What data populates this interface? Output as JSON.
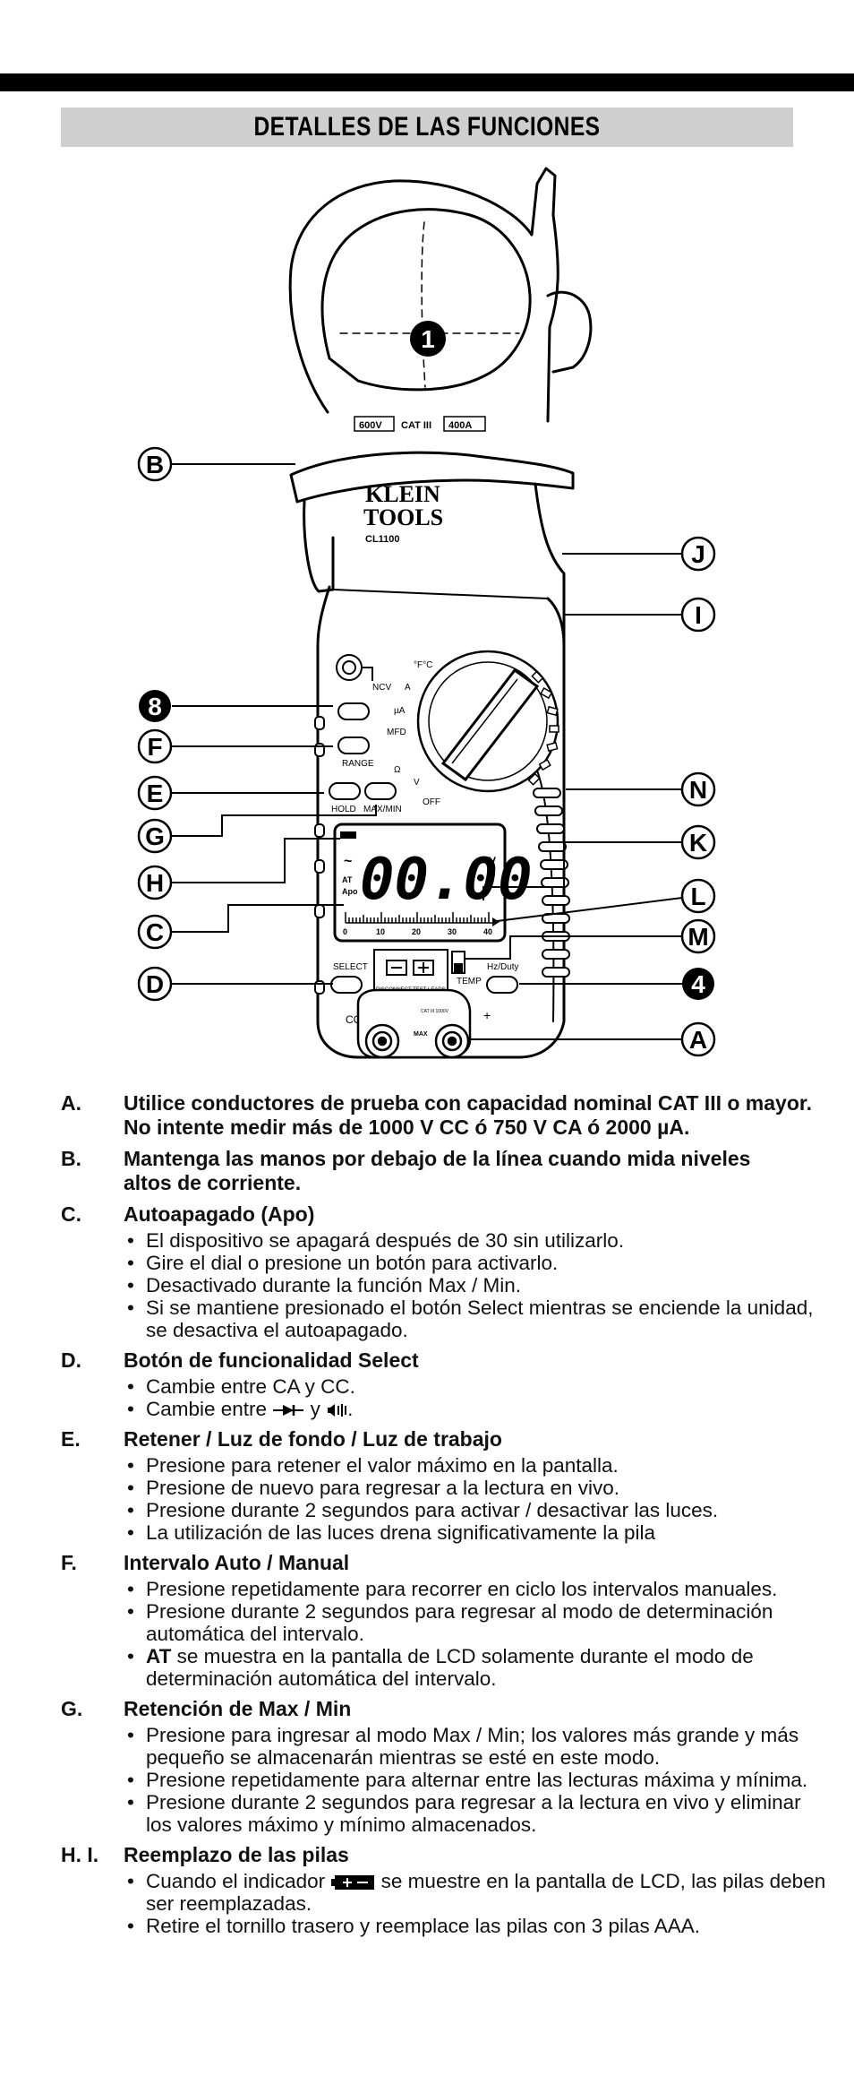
{
  "header": {
    "title": "DETALLES DE LAS FUNCIONES"
  },
  "device": {
    "brand_line1": "KLEIN",
    "brand_line2": "TOOLS",
    "model": "CL1100",
    "jaw_rating_left": "600V",
    "jaw_rating_mid": "CAT III",
    "jaw_rating_right": "400A",
    "display_reading": "00.00",
    "display_unit": "V",
    "display_ac": "~",
    "display_at": "AT",
    "display_apo": "Apo",
    "bargraph_ticks": [
      "0",
      "10",
      "20",
      "30",
      "40"
    ],
    "labels": {
      "ncv": "NCV",
      "range": "RANGE",
      "hold": "HOLD",
      "maxmin": "MAX/MIN",
      "select": "SELECT",
      "hzduty": "Hz/Duty",
      "temp": "TEMP",
      "com": "COM",
      "plus": "+",
      "off": "OFF",
      "dial_temp": "°F°C",
      "dial_a": "A",
      "dial_ua": "µA",
      "dial_mfd": "MFD",
      "dial_v": "V",
      "dial_ohm": "Ω",
      "max": "MAX",
      "battery_label": "DISCONNECT TEST LEADS",
      "cat_small": "CAT III 1000V"
    }
  },
  "callouts": {
    "one": "1",
    "B": "B",
    "J": "J",
    "I": "I",
    "eight": "8",
    "F": "F",
    "E": "E",
    "N": "N",
    "G": "G",
    "K": "K",
    "H": "H",
    "L": "L",
    "C": "C",
    "M": "M",
    "D": "D",
    "four": "4",
    "A": "A"
  },
  "sections": {
    "A": {
      "letter": "A.",
      "title_line1": "Utilice conductores de prueba con capacidad nominal CAT III o mayor.",
      "title_line2": "No intente medir más de 1000 V CC ó 750 V CA ó 2000 µA."
    },
    "B": {
      "letter": "B.",
      "title_line1": "Mantenga las manos por debajo de la línea cuando mida niveles",
      "title_line2": "altos de corriente."
    },
    "C": {
      "letter": "C.",
      "title": "Autoapagado (Apo)",
      "items": [
        "El dispositivo se apagará después de 30 sin utilizarlo.",
        "Gire el dial o presione un botón para activarlo.",
        "Desactivado durante la función Max / Min.",
        "Si se mantiene presionado el botón Select mientras se enciende la unidad, se desactiva el autoapagado."
      ]
    },
    "D": {
      "letter": "D.",
      "title": "Botón de funcionalidad Select",
      "item1": "Cambie entre CA y CC.",
      "item2_prefix": "Cambie entre",
      "item2_mid": "y",
      "item2_suffix": "."
    },
    "E": {
      "letter": "E.",
      "title": "Retener / Luz de fondo / Luz de trabajo",
      "items": [
        "Presione para retener el valor máximo en la pantalla.",
        "Presione de nuevo para regresar a la lectura en vivo.",
        "Presione durante 2 segundos para activar / desactivar las luces.",
        "La utilización de las luces drena significativamente la pila"
      ]
    },
    "F": {
      "letter": "F.",
      "title": "Intervalo Auto / Manual",
      "item1": "Presione repetidamente para recorrer en ciclo los intervalos manuales.",
      "item2": "Presione durante 2 segundos para regresar al modo de determinación automática del intervalo.",
      "item3_bold": "AT",
      "item3_rest": " se muestra en la pantalla de LCD solamente durante el modo de determinación automática del intervalo."
    },
    "G": {
      "letter": "G.",
      "title": "Retención de Max / Min",
      "items": [
        "Presione para ingresar al modo Max / Min; los valores más grande y más pequeño se almacenarán mientras se esté en este modo.",
        "Presione repetidamente para alternar entre las lecturas máxima y mínima.",
        "Presione durante 2 segundos para regresar a la lectura en vivo y eliminar los valores máximo y mínimo almacenados."
      ]
    },
    "HI": {
      "letter": "H. I.",
      "title": "Reemplazo de las pilas",
      "item1_prefix": "Cuando el indicador",
      "item1_suffix": "se muestre en la pantalla de LCD, las pilas deben ser reemplazadas.",
      "item2": "Retire el tornillo trasero y reemplace las pilas con 3 pilas AAA."
    }
  }
}
